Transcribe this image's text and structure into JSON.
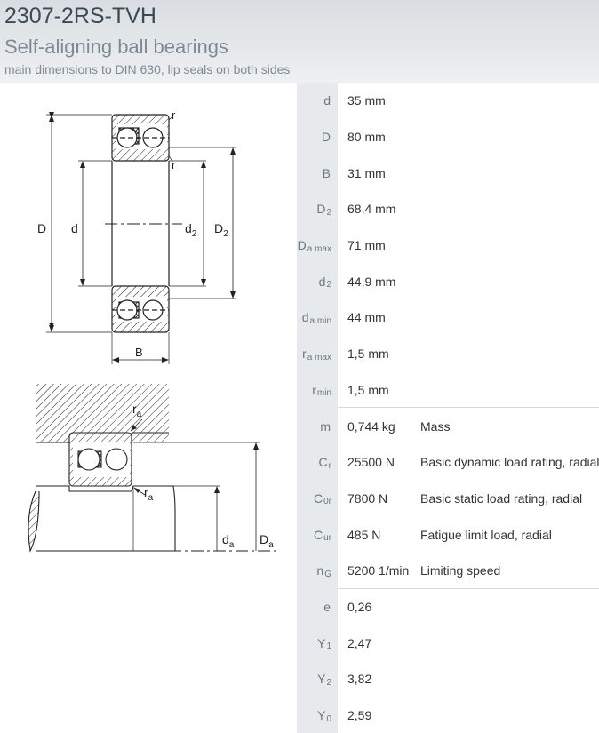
{
  "header": {
    "title": "2307-2RS-TVH",
    "subtitle": "Self-aligning ball bearings",
    "description": "main dimensions to DIN 630, lip seals on both sides"
  },
  "drawing1": {
    "r_top": "r",
    "r_mid": "r",
    "D": "D",
    "d": "d",
    "d2": "d",
    "d2_sub": "2",
    "D2": "D",
    "D2_sub": "2",
    "B": "B"
  },
  "drawing2": {
    "ra1": "r",
    "ra1_sub": "a",
    "ra2": "r",
    "ra2_sub": "a",
    "da": "d",
    "da_sub": "a",
    "Da": "D",
    "Da_sub": "a"
  },
  "rows": [
    {
      "sym": "d",
      "sub": "",
      "value": "35  mm",
      "desc": ""
    },
    {
      "sym": "D",
      "sub": "",
      "value": "80  mm",
      "desc": ""
    },
    {
      "sym": "B",
      "sub": "",
      "value": "31  mm",
      "desc": ""
    },
    {
      "sym": "D",
      "sub": "2",
      "value": "68,4  mm",
      "desc": ""
    },
    {
      "sym": "D",
      "sub": "a max",
      "value": "71  mm",
      "desc": ""
    },
    {
      "sym": "d",
      "sub": "2",
      "value": "44,9  mm",
      "desc": ""
    },
    {
      "sym": "d",
      "sub": "a min",
      "value": "44  mm",
      "desc": ""
    },
    {
      "sym": "r",
      "sub": "a max",
      "value": "1,5  mm",
      "desc": ""
    },
    {
      "sym": "r",
      "sub": "min",
      "value": "1,5  mm",
      "desc": ""
    },
    {
      "sym": "m",
      "sub": "",
      "value": "0,744  kg",
      "desc": "Mass"
    },
    {
      "sym": "C",
      "sub": "r",
      "value": "25500  N",
      "desc": "Basic dynamic load rating, radial"
    },
    {
      "sym": "C",
      "sub": "0r",
      "value": "7800  N",
      "desc": "Basic static load rating, radial"
    },
    {
      "sym": "C",
      "sub": "ur",
      "value": "485  N",
      "desc": "Fatigue limit load, radial"
    },
    {
      "sym": "n",
      "sub": "G",
      "value": "5200  1/min",
      "desc": "Limiting speed"
    },
    {
      "sym": "e",
      "sub": "",
      "value": "0,26",
      "desc": ""
    },
    {
      "sym": "Y",
      "sub": "1",
      "value": "2,47",
      "desc": ""
    },
    {
      "sym": "Y",
      "sub": "2",
      "value": "3,82",
      "desc": ""
    },
    {
      "sym": "Y",
      "sub": "0",
      "value": "2,59",
      "desc": ""
    }
  ]
}
